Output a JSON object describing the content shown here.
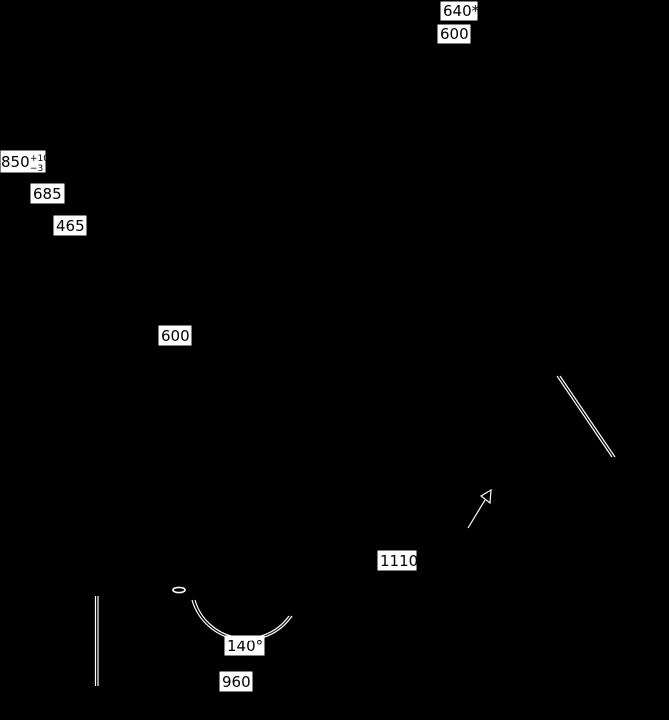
{
  "diagram": {
    "background_color": "#000000",
    "box_fill_color": "#ffffff",
    "text_color": "#000000",
    "dimensions": {
      "d640": "640*",
      "d600_top": "600",
      "d850": "850",
      "d850_tol_upper": "+10",
      "d850_tol_lower": "−3",
      "d685": "685",
      "d465": "465",
      "d600_mid": "600",
      "d1110": "1110",
      "d140deg": "140°",
      "d960": "960"
    }
  }
}
